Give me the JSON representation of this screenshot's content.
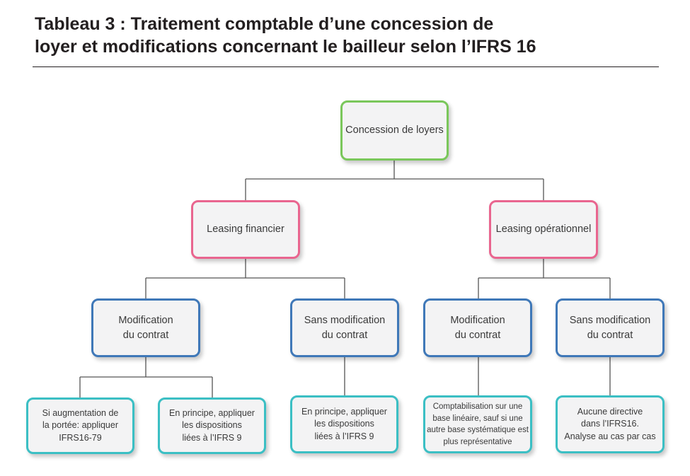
{
  "title": {
    "line1": "Tableau 3 : Traitement comptable d’une concession de",
    "line2": "loyer et modifications concernant le bailleur selon l’IFRS 16"
  },
  "tree": {
    "root": "Concession de loyers",
    "financier": "Leasing financier",
    "operationnel": "Leasing opérationnel",
    "fin_modif": [
      "Modification",
      "du contrat"
    ],
    "fin_sans_modif": [
      "Sans modification",
      "du contrat"
    ],
    "op_modif": [
      "Modification",
      "du contrat"
    ],
    "op_sans_modif": [
      "Sans modification",
      "du contrat"
    ],
    "leaf_fin_modif_a": [
      "Si augmentation de",
      "la portée:  appliquer",
      "IFRS16-79"
    ],
    "leaf_fin_modif_b": [
      "En principe, appliquer",
      "les dispositions",
      "liées à l’IFRS 9"
    ],
    "leaf_fin_sans": [
      "En principe, appliquer",
      "les dispositions",
      "liées à l’IFRS 9"
    ],
    "leaf_op_modif": [
      "Comptabilisation sur une",
      "base linéaire, sauf si une",
      "autre base systématique est",
      "plus représentative"
    ],
    "leaf_op_sans": [
      "Aucune directive",
      "dans l’IFRS16.",
      "Analyse au cas par cas"
    ]
  },
  "colors": {
    "root_border": "#7ac75b",
    "level1_border": "#e9658f",
    "level2_border": "#3f78b8",
    "leaf_border": "#3bbfc4",
    "box_fill": "#f3f3f4",
    "connector": "#555555"
  }
}
